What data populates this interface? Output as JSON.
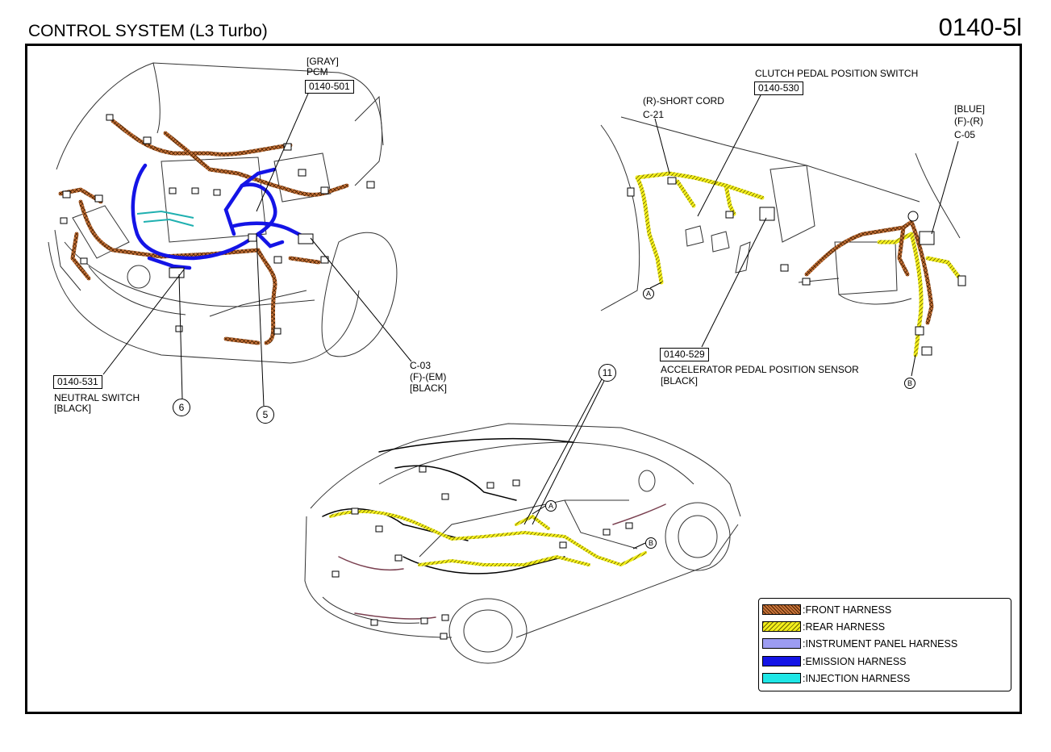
{
  "header": {
    "title": "CONTROL SYSTEM (L3 Turbo)",
    "page_code": "0140-5l"
  },
  "labels": {
    "pcm_color": "[GRAY]",
    "pcm_name": "PCM",
    "pcm_ref": "0140-501",
    "neutral_ref": "0140-531",
    "neutral_name": "NEUTRAL SWITCH",
    "neutral_color": "[BLACK]",
    "c03_id": "C-03",
    "c03_conn": "(F)-(EM)",
    "c03_color": "[BLACK]",
    "clutch_name": "CLUTCH PEDAL POSITION SWITCH",
    "clutch_ref": "0140-530",
    "short_cord": "(R)-SHORT CORD",
    "c21_id": "C-21",
    "blue_color": "[BLUE]",
    "c05_conn": "(F)-(R)",
    "c05_id": "C-05",
    "accel_ref": "0140-529",
    "accel_name": "ACCELERATOR PEDAL POSITION SENSOR",
    "accel_color": "[BLACK]",
    "callout_6": "6",
    "callout_5": "5",
    "callout_11": "11",
    "point_a": "A",
    "point_b": "B"
  },
  "legend": {
    "items": [
      {
        "label": ":FRONT HARNESS",
        "color": "#c8733a",
        "pattern": "crosshatch"
      },
      {
        "label": ":REAR HARNESS",
        "color": "#f2ee1c",
        "pattern": "diagonal"
      },
      {
        "label": ":INSTRUMENT PANEL HARNESS",
        "color": "#9c9cf2",
        "pattern": "solid"
      },
      {
        "label": ":EMISSION HARNESS",
        "color": "#1414e6",
        "pattern": "solid"
      },
      {
        "label": ":INJECTION HARNESS",
        "color": "#1fe6e6",
        "pattern": "solid"
      }
    ]
  }
}
